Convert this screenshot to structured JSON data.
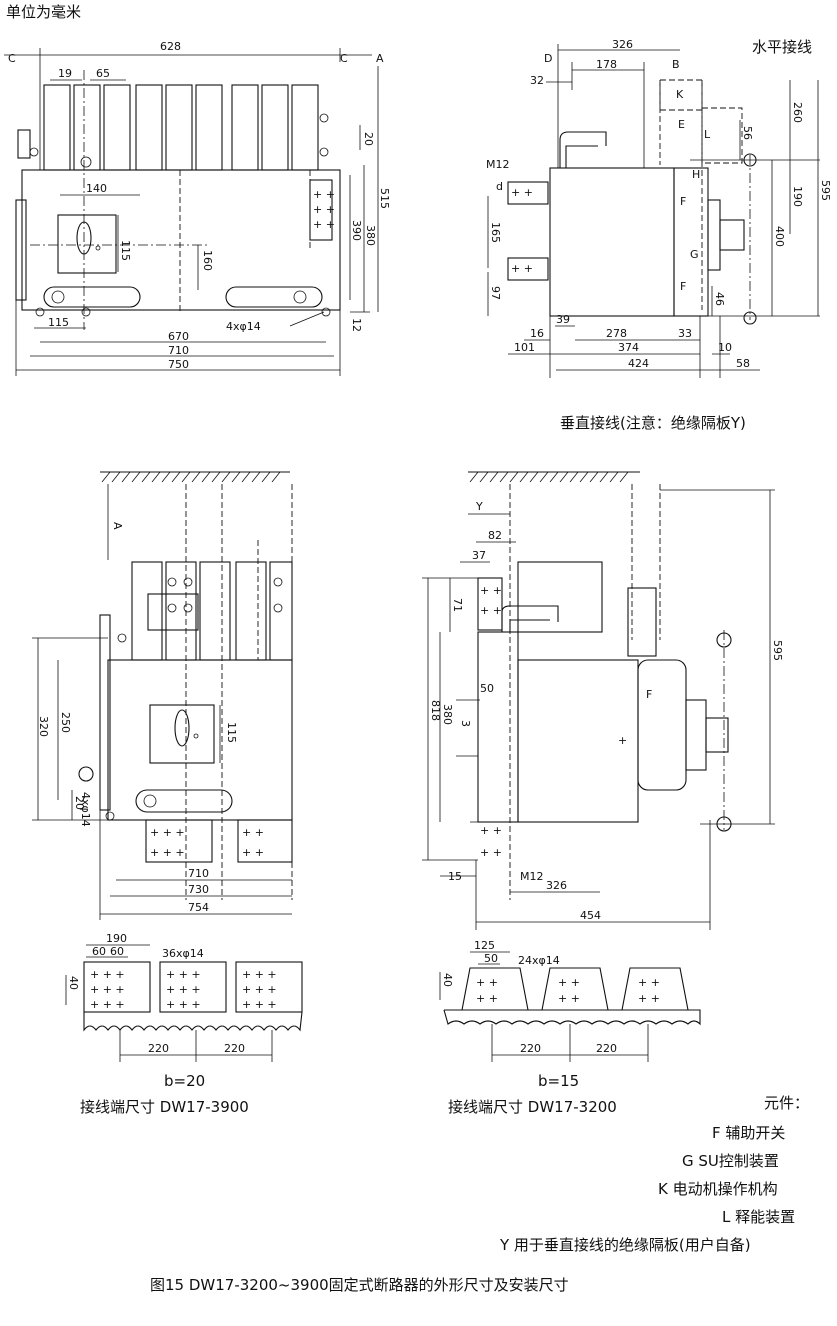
{
  "header": {
    "unit_note": "单位为毫米"
  },
  "views": {
    "front": {
      "dims": {
        "overall_628": "628",
        "edge_left": "C",
        "edge_right": "C",
        "ref_a": "A",
        "d19": "19",
        "d65": "65",
        "d20": "20",
        "d140": "140",
        "d115_handle": "115",
        "d160": "160",
        "d390": "390",
        "d380": "380",
        "d515": "515",
        "d115_bottom": "115",
        "d12": "12",
        "holes": "4xφ14",
        "d670": "670",
        "d710": "710",
        "d750": "750"
      }
    },
    "side": {
      "title": "水平接线",
      "dims": {
        "d326": "326",
        "d178": "178",
        "d32": "32",
        "ref_b": "B",
        "ref_d": "D",
        "ref_k": "K",
        "ref_l": "L",
        "ref_e": "E",
        "ref_h": "H",
        "ref_f": "F",
        "ref_g": "G",
        "ref_d_small": "d",
        "bolt": "M12",
        "d260": "260",
        "d56": "56",
        "d190": "190",
        "d400": "400",
        "d595": "595",
        "d165": "165",
        "d97": "97",
        "d46": "46",
        "d39": "39",
        "d16": "16",
        "d278": "278",
        "d33": "33",
        "d101": "101",
        "d374": "374",
        "d10": "10",
        "d424": "424",
        "d58": "58"
      }
    },
    "vertical_note": "垂直接线(注意：绝缘隔板Y)",
    "vfront": {
      "dims": {
        "ref_a": "A",
        "d320": "320",
        "d250": "250",
        "d115": "115",
        "holes": "4xφ14",
        "d20": "20",
        "d710": "710",
        "d730": "730",
        "d754": "754"
      }
    },
    "vside": {
      "dims": {
        "ref_y": "Y",
        "d82": "82",
        "d37": "37",
        "d71": "71",
        "d818": "818",
        "d380": "380",
        "d50": "50",
        "d3": "3",
        "ref_f": "F",
        "d595": "595",
        "d15": "15",
        "bolt": "M12",
        "d326": "326",
        "d454": "454"
      }
    },
    "term_3900": {
      "dims": {
        "d190": "190",
        "d60": "60",
        "d60b": "60",
        "holes": "36xφ14",
        "d40": "40",
        "d220a": "220",
        "d220b": "220"
      },
      "b_label": "b=20",
      "caption": "接线端尺寸 DW17-3900"
    },
    "term_3200": {
      "dims": {
        "d125": "125",
        "d50": "50",
        "holes": "24xφ14",
        "d40": "40",
        "d220a": "220",
        "d220b": "220"
      },
      "b_label": "b=15",
      "caption": "接线端尺寸 DW17-3200"
    }
  },
  "legend": {
    "title": "元件：",
    "items": [
      "F 辅助开关",
      "G SU控制装置",
      "K 电动机操作机构",
      "L 释能装置",
      "Y 用于垂直接线的绝缘隔板(用户自备)"
    ]
  },
  "figure_caption": "图15 DW17-3200~3900固定式断路器的外形尺寸及安装尺寸"
}
